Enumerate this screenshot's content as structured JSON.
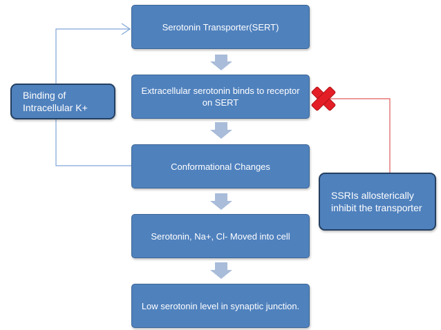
{
  "flow": {
    "steps": [
      "Serotonin Transporter(SERT)",
      "Extracellular serotonin binds to receptor on SERT",
      "Conformational Changes",
      "Serotonin, Na+, Cl- Moved into cell",
      "Low serotonin level in synaptic junction."
    ]
  },
  "side_notes": {
    "left": "Binding of Intracellular K+",
    "right": "SSRIs allosterically inhibit the transporter"
  },
  "colors": {
    "box_fill": "#4f81bd",
    "down_arrow": "#a9bcd9",
    "feedback_line": "#7fa5d6",
    "inhibit_line": "#e05a5a",
    "x_mark": "#e41e26"
  }
}
